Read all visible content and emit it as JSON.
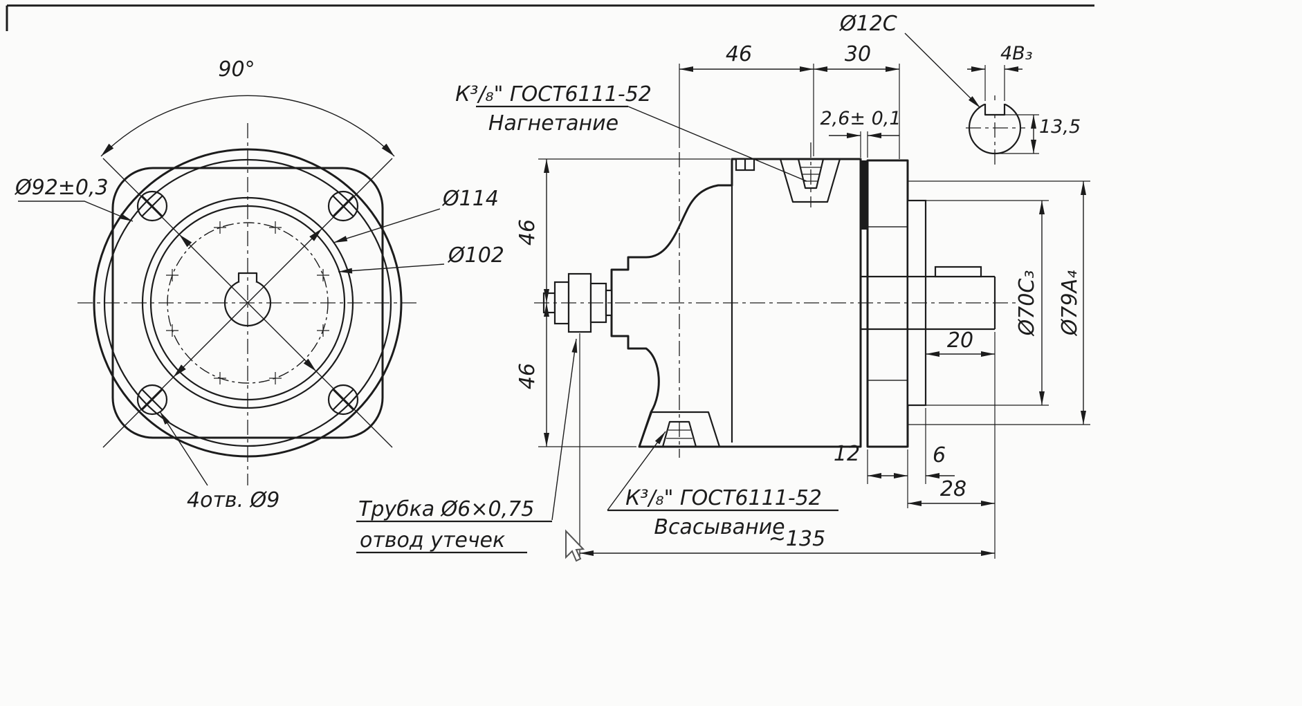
{
  "front_view": {
    "angle_90": "90°",
    "dia_92": "Ø92±0,3",
    "dia_114": "Ø114",
    "dia_102": "Ø102",
    "holes_note": "4отв. Ø9"
  },
  "section_view": {
    "discharge_thread": "К³/₈\" ГОСТ6111-52",
    "discharge_label": "Нагнетание",
    "suction_thread": "К³/₈\" ГОСТ6111-52",
    "suction_label": "Всасывание",
    "tube_note": "Трубка Ø6×0,75",
    "tube_label": "отвод утечек",
    "dia_12c": "Ø12C",
    "key_width": "4В₃",
    "key_depth": "13,5",
    "dim_46_top": "46",
    "dim_30": "30",
    "dim_2_6": "2,6± 0,1",
    "dim_46_upper": "46",
    "dim_46_lower": "46",
    "dia_70": "Ø70С₃",
    "dia_79": "Ø79А₄",
    "dim_20": "20",
    "dim_12": "12",
    "dim_6": "6",
    "dim_28": "28",
    "dim_135": "~135"
  }
}
